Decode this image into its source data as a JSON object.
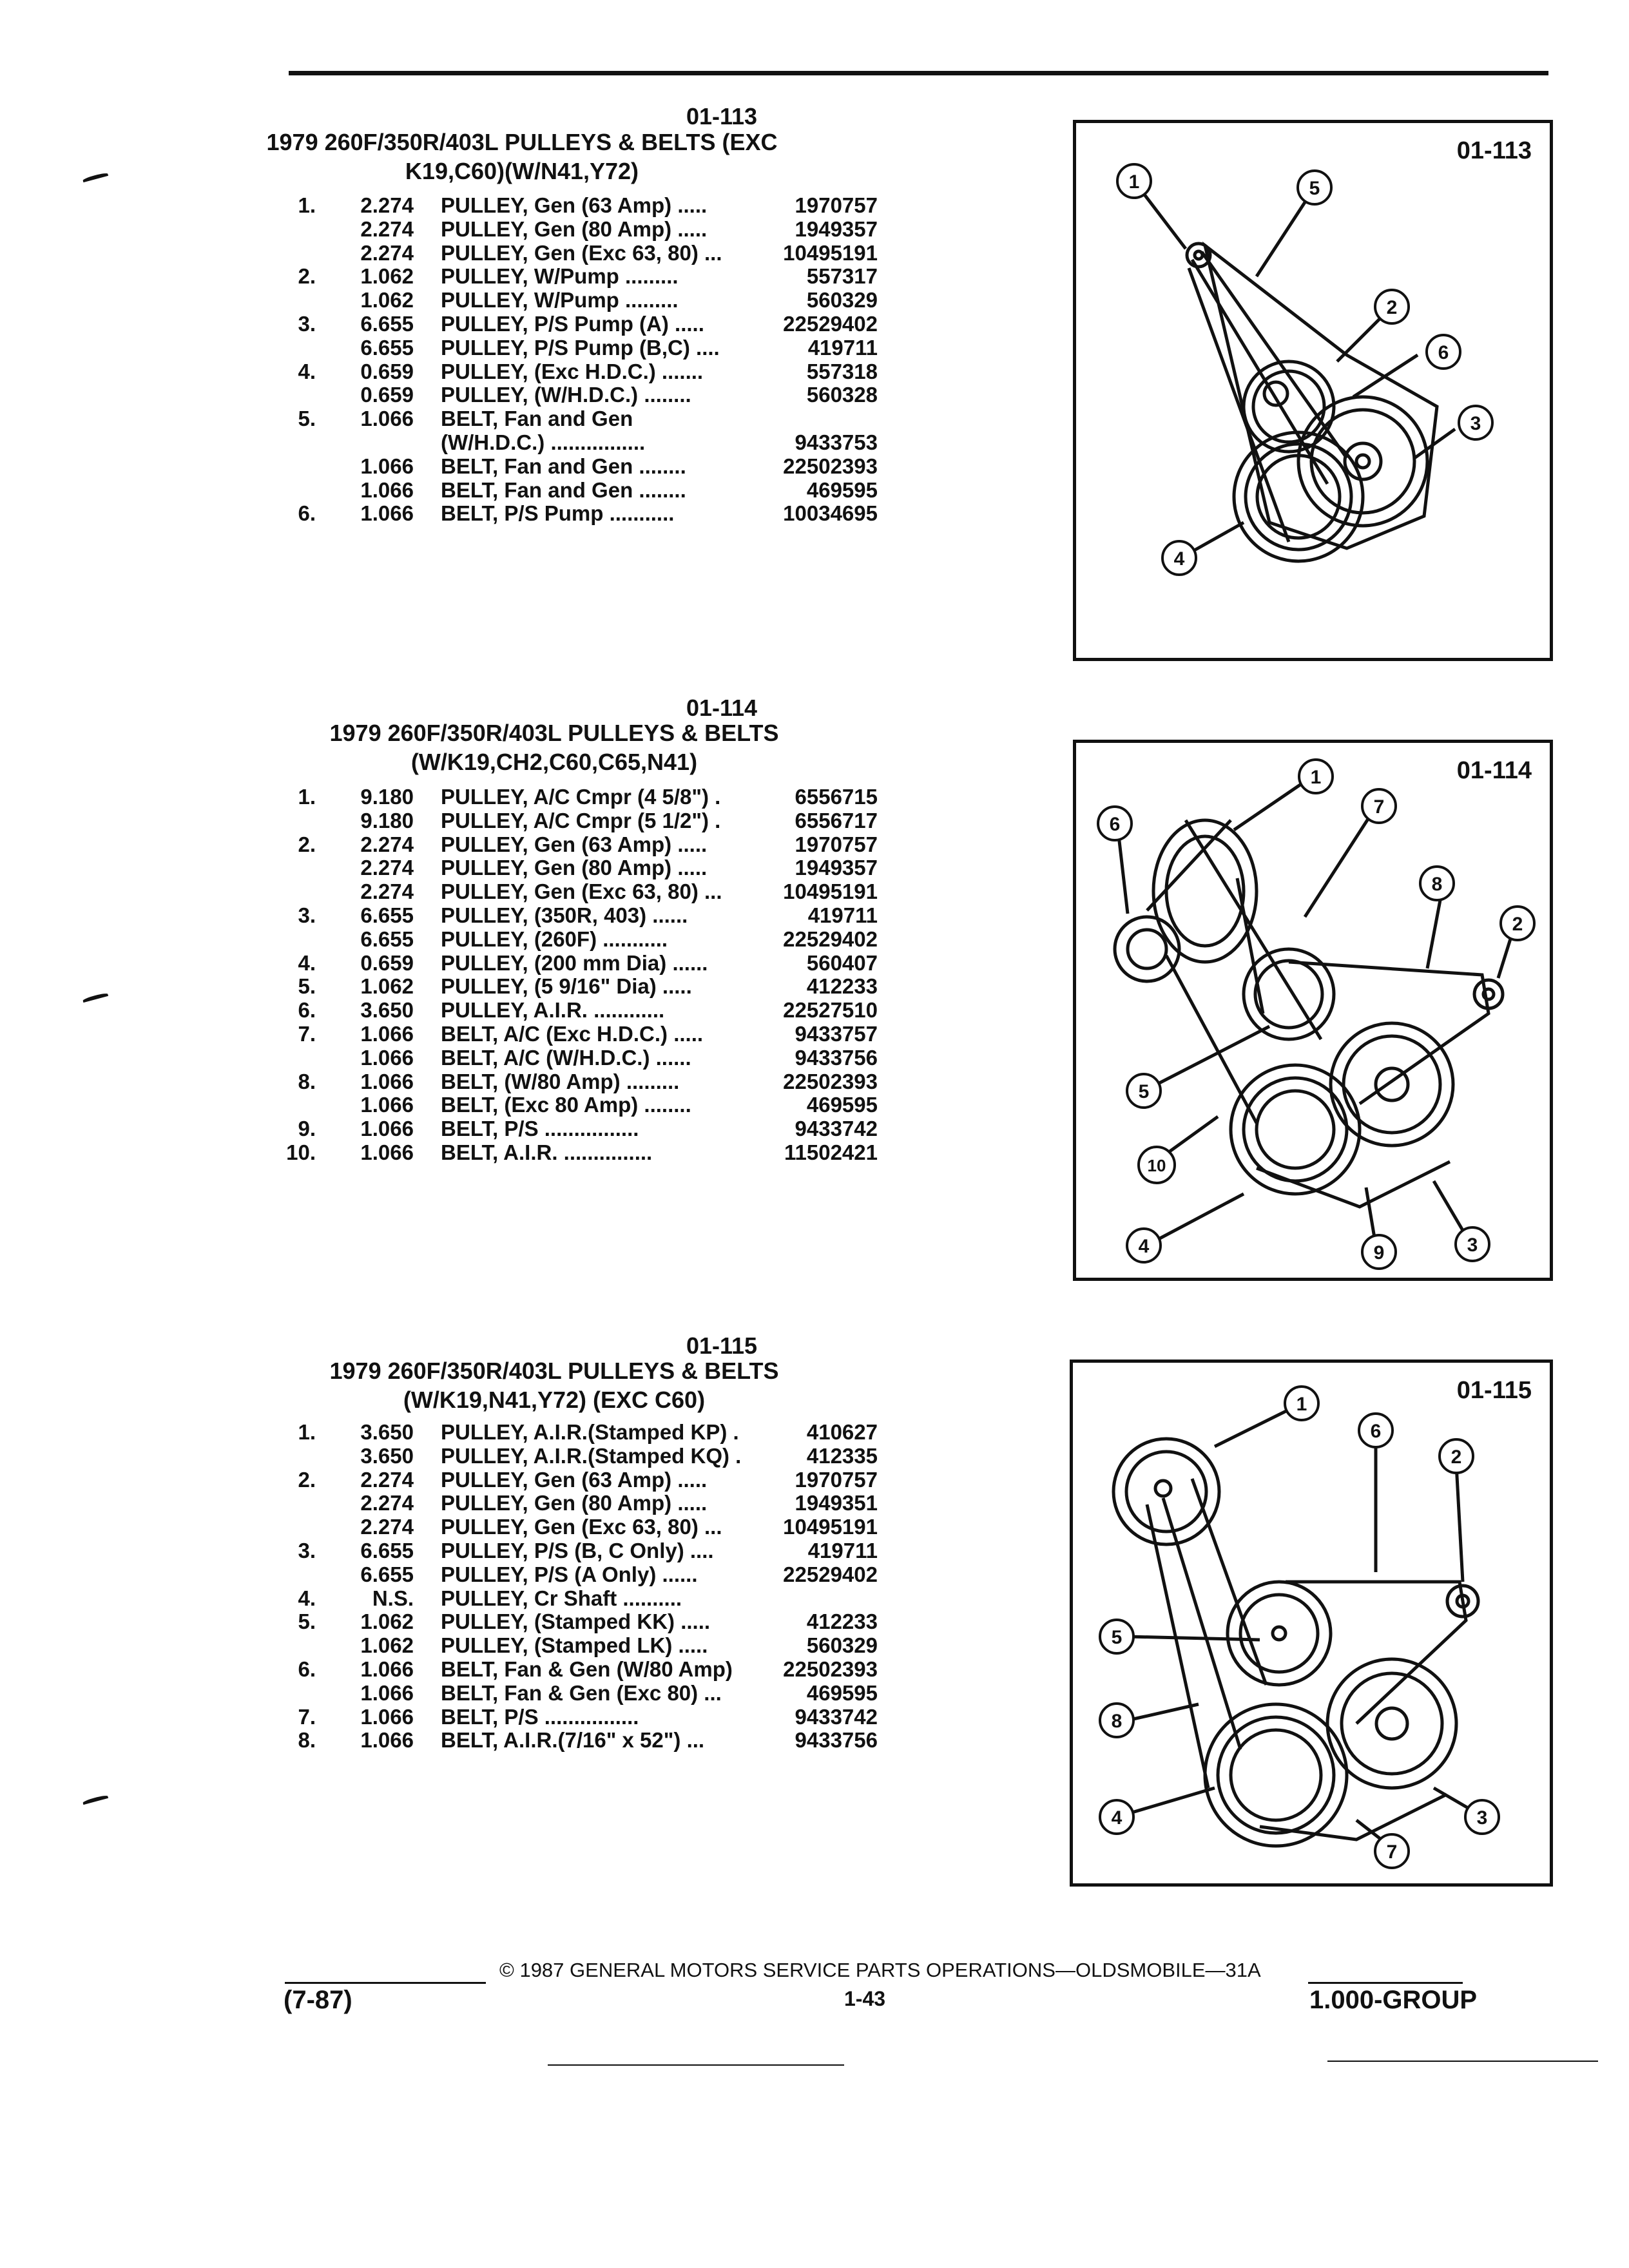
{
  "sections": [
    {
      "code": "01-113",
      "title_line1": "1979 260F/350R/403L PULLEYS & BELTS (EXC",
      "title_line2": "K19,C60)(W/N41,Y72)",
      "parts": [
        {
          "idx": "1.",
          "qty": "2.274",
          "desc": "PULLEY, Gen (63 Amp) .....",
          "pn": "1970757"
        },
        {
          "idx": "",
          "qty": "2.274",
          "desc": "PULLEY, Gen (80 Amp) .....",
          "pn": "1949357"
        },
        {
          "idx": "",
          "qty": "2.274",
          "desc": "PULLEY, Gen (Exc 63, 80) ...",
          "pn": "10495191"
        },
        {
          "idx": "2.",
          "qty": "1.062",
          "desc": "PULLEY, W/Pump .........",
          "pn": "557317"
        },
        {
          "idx": "",
          "qty": "1.062",
          "desc": "PULLEY, W/Pump .........",
          "pn": "560329"
        },
        {
          "idx": "3.",
          "qty": "6.655",
          "desc": "PULLEY, P/S Pump (A) .....",
          "pn": "22529402"
        },
        {
          "idx": "",
          "qty": "6.655",
          "desc": "PULLEY, P/S Pump (B,C) ....",
          "pn": "419711"
        },
        {
          "idx": "4.",
          "qty": "0.659",
          "desc": "PULLEY, (Exc H.D.C.) .......",
          "pn": "557318"
        },
        {
          "idx": "",
          "qty": "0.659",
          "desc": "PULLEY, (W/H.D.C.) ........",
          "pn": "560328"
        },
        {
          "idx": "5.",
          "qty": "1.066",
          "desc": "BELT, Fan and Gen",
          "pn": ""
        },
        {
          "idx": "",
          "qty": "",
          "desc": "(W/H.D.C.) ................",
          "pn": "9433753"
        },
        {
          "idx": "",
          "qty": "1.066",
          "desc": "BELT, Fan and Gen ........",
          "pn": "22502393"
        },
        {
          "idx": "",
          "qty": "1.066",
          "desc": "BELT, Fan and Gen ........",
          "pn": "469595"
        },
        {
          "idx": "6.",
          "qty": "1.066",
          "desc": "BELT, P/S Pump ...........",
          "pn": "10034695"
        }
      ],
      "diagram": {
        "code": "01-113",
        "callouts": [
          "1",
          "2",
          "3",
          "4",
          "5",
          "6"
        ]
      }
    },
    {
      "code": "01-114",
      "title_line1": "1979 260F/350R/403L PULLEYS & BELTS",
      "title_line2": "(W/K19,CH2,C60,C65,N41)",
      "parts": [
        {
          "idx": "1.",
          "qty": "9.180",
          "desc": "PULLEY, A/C Cmpr (4 5/8\") .",
          "pn": "6556715"
        },
        {
          "idx": "",
          "qty": "9.180",
          "desc": "PULLEY, A/C Cmpr (5 1/2\") .",
          "pn": "6556717"
        },
        {
          "idx": "2.",
          "qty": "2.274",
          "desc": "PULLEY, Gen (63 Amp) .....",
          "pn": "1970757"
        },
        {
          "idx": "",
          "qty": "2.274",
          "desc": "PULLEY, Gen (80 Amp) .....",
          "pn": "1949357"
        },
        {
          "idx": "",
          "qty": "2.274",
          "desc": "PULLEY, Gen (Exc 63, 80) ...",
          "pn": "10495191"
        },
        {
          "idx": "3.",
          "qty": "6.655",
          "desc": "PULLEY, (350R, 403) ......",
          "pn": "419711"
        },
        {
          "idx": "",
          "qty": "6.655",
          "desc": "PULLEY, (260F) ...........",
          "pn": "22529402"
        },
        {
          "idx": "4.",
          "qty": "0.659",
          "desc": "PULLEY, (200 mm Dia) ......",
          "pn": "560407"
        },
        {
          "idx": "5.",
          "qty": "1.062",
          "desc": "PULLEY, (5 9/16\" Dia) .....",
          "pn": "412233"
        },
        {
          "idx": "6.",
          "qty": "3.650",
          "desc": "PULLEY, A.I.R. ............",
          "pn": "22527510"
        },
        {
          "idx": "7.",
          "qty": "1.066",
          "desc": "BELT, A/C (Exc H.D.C.) .....",
          "pn": "9433757"
        },
        {
          "idx": "",
          "qty": "1.066",
          "desc": "BELT, A/C (W/H.D.C.) ......",
          "pn": "9433756"
        },
        {
          "idx": "8.",
          "qty": "1.066",
          "desc": "BELT, (W/80 Amp) .........",
          "pn": "22502393"
        },
        {
          "idx": "",
          "qty": "1.066",
          "desc": "BELT, (Exc 80 Amp) ........",
          "pn": "469595"
        },
        {
          "idx": "9.",
          "qty": "1.066",
          "desc": "BELT, P/S ................",
          "pn": "9433742"
        },
        {
          "idx": "10.",
          "qty": "1.066",
          "desc": "BELT, A.I.R. ...............",
          "pn": "11502421"
        }
      ],
      "diagram": {
        "code": "01-114",
        "callouts": [
          "1",
          "2",
          "3",
          "4",
          "5",
          "6",
          "7",
          "8",
          "9",
          "10"
        ]
      }
    },
    {
      "code": "01-115",
      "title_line1": "1979 260F/350R/403L PULLEYS & BELTS",
      "title_line2": "(W/K19,N41,Y72) (EXC C60)",
      "parts": [
        {
          "idx": "1.",
          "qty": "3.650",
          "desc": "PULLEY, A.I.R.(Stamped KP) .",
          "pn": "410627"
        },
        {
          "idx": "",
          "qty": "3.650",
          "desc": "PULLEY, A.I.R.(Stamped KQ) .",
          "pn": "412335"
        },
        {
          "idx": "2.",
          "qty": "2.274",
          "desc": "PULLEY, Gen (63 Amp) .....",
          "pn": "1970757"
        },
        {
          "idx": "",
          "qty": "2.274",
          "desc": "PULLEY, Gen (80 Amp) .....",
          "pn": "1949351"
        },
        {
          "idx": "",
          "qty": "2.274",
          "desc": "PULLEY, Gen (Exc 63, 80) ...",
          "pn": "10495191"
        },
        {
          "idx": "3.",
          "qty": "6.655",
          "desc": "PULLEY, P/S (B, C Only) ....",
          "pn": "419711"
        },
        {
          "idx": "",
          "qty": "6.655",
          "desc": "PULLEY, P/S (A Only) ......",
          "pn": "22529402"
        },
        {
          "idx": "4.",
          "qty": "N.S.",
          "desc": "PULLEY, Cr Shaft ..........",
          "pn": ""
        },
        {
          "idx": "5.",
          "qty": "1.062",
          "desc": "PULLEY, (Stamped KK) .....",
          "pn": "412233"
        },
        {
          "idx": "",
          "qty": "1.062",
          "desc": "PULLEY, (Stamped LK) .....",
          "pn": "560329"
        },
        {
          "idx": "6.",
          "qty": "1.066",
          "desc": "BELT, Fan & Gen (W/80 Amp)",
          "pn": "22502393"
        },
        {
          "idx": "",
          "qty": "1.066",
          "desc": "BELT, Fan & Gen (Exc 80) ...",
          "pn": "469595"
        },
        {
          "idx": "7.",
          "qty": "1.066",
          "desc": "BELT, P/S ................",
          "pn": "9433742"
        },
        {
          "idx": "8.",
          "qty": "1.066",
          "desc": "BELT, A.I.R.(7/16\" x 52\") ...",
          "pn": "9433756"
        }
      ],
      "diagram": {
        "code": "01-115",
        "callouts": [
          "1",
          "2",
          "3",
          "4",
          "5",
          "6",
          "7",
          "8"
        ]
      }
    }
  ],
  "footer": {
    "copyright": "© 1987 GENERAL MOTORS SERVICE PARTS OPERATIONS—OLDSMOBILE—31A",
    "date": "(7-87)",
    "page": "1-43",
    "group": "1.000-GROUP"
  }
}
